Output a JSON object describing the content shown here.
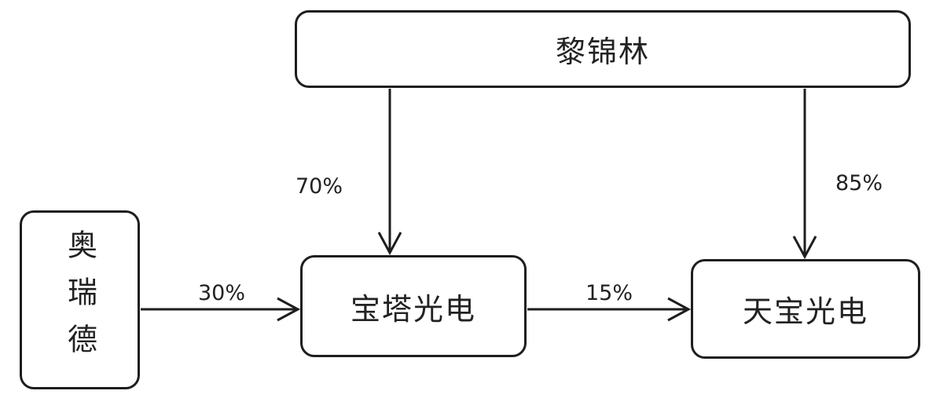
{
  "nodes": {
    "top": "黎锦林",
    "left": "奥瑞德",
    "middle": "宝塔光电",
    "right": "天宝光电"
  },
  "edges": [
    {
      "from": "黎锦林",
      "to": "宝塔光电",
      "label": "70%"
    },
    {
      "from": "黎锦林",
      "to": "天宝光电",
      "label": "85%"
    },
    {
      "from": "奥瑞德",
      "to": "宝塔光电",
      "label": "30%"
    },
    {
      "from": "宝塔光电",
      "to": "天宝光电",
      "label": "15%"
    }
  ]
}
